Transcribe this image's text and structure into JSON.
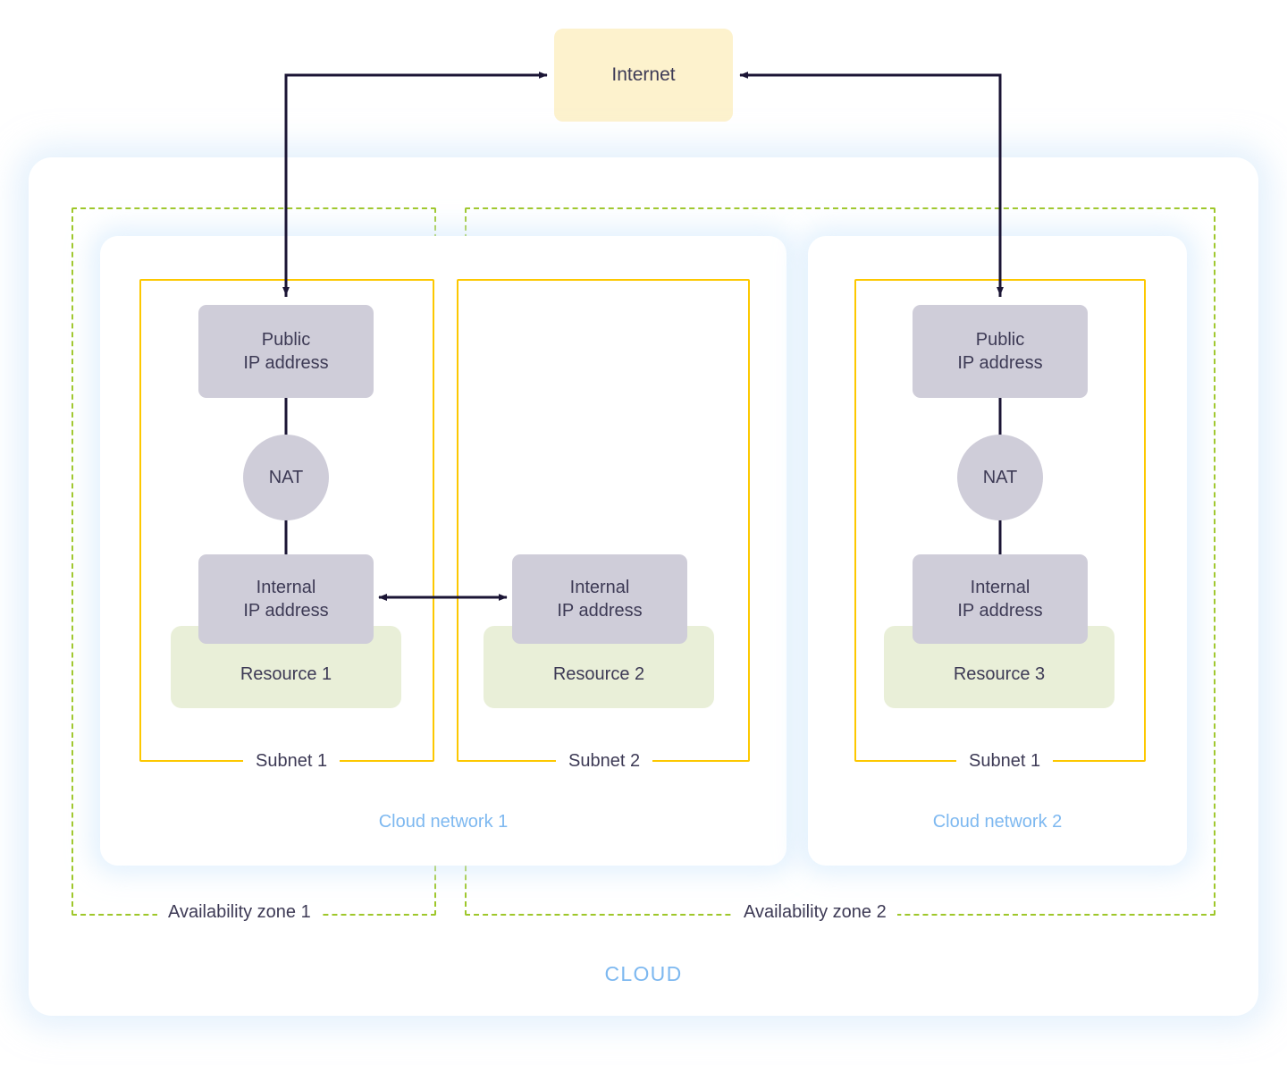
{
  "internet": {
    "label": "Internet",
    "fill": "#fdf2cd"
  },
  "cloud": {
    "label": "CLOUD",
    "label_color": "#7db8f0",
    "panel_fill": "#ffffff"
  },
  "availability_zones": [
    {
      "label": "Availability zone 1",
      "border_color": "#9ec72a",
      "border_style": "dashed"
    },
    {
      "label": "Availability zone 2",
      "border_color": "#9ec72a",
      "border_style": "dashed"
    }
  ],
  "networks": [
    {
      "label": "Cloud network 1",
      "label_color": "#7db8f0"
    },
    {
      "label": "Cloud network 2",
      "label_color": "#7db8f0"
    }
  ],
  "subnets": [
    {
      "label": "Subnet 1",
      "border_color": "#fdc800",
      "network": "Cloud network 1",
      "zone": "Availability zone 1"
    },
    {
      "label": "Subnet 2",
      "border_color": "#fdc800",
      "network": "Cloud network 1",
      "zone": "Availability zone 2"
    },
    {
      "label": "Subnet 1",
      "border_color": "#fdc800",
      "network": "Cloud network 2",
      "zone": "Availability zone 2"
    }
  ],
  "nodes": {
    "public_ip_1": {
      "line1": "Public",
      "line2": "IP address",
      "fill": "#cfcdd9"
    },
    "public_ip_3": {
      "line1": "Public",
      "line2": "IP address",
      "fill": "#cfcdd9"
    },
    "nat_1": {
      "label": "NAT",
      "fill": "#cfcdd9"
    },
    "nat_3": {
      "label": "NAT",
      "fill": "#cfcdd9"
    },
    "internal_ip_1": {
      "line1": "Internal",
      "line2": "IP address",
      "fill": "#cfcdd9"
    },
    "internal_ip_2": {
      "line1": "Internal",
      "line2": "IP address",
      "fill": "#cfcdd9"
    },
    "internal_ip_3": {
      "line1": "Internal",
      "line2": "IP address",
      "fill": "#cfcdd9"
    },
    "resource_1": {
      "label": "Resource 1",
      "fill": "#e9efd8"
    },
    "resource_2": {
      "label": "Resource 2",
      "fill": "#e9efd8"
    },
    "resource_3": {
      "label": "Resource 3",
      "fill": "#e9efd8"
    }
  },
  "connections": [
    {
      "from": "public_ip_1",
      "to": "internet",
      "direction": "both",
      "color": "#1b1535"
    },
    {
      "from": "public_ip_3",
      "to": "internet",
      "direction": "both",
      "color": "#1b1535"
    },
    {
      "from": "public_ip_1",
      "to": "nat_1",
      "direction": "none",
      "color": "#1b1535"
    },
    {
      "from": "nat_1",
      "to": "internal_ip_1",
      "direction": "none",
      "color": "#1b1535"
    },
    {
      "from": "public_ip_3",
      "to": "nat_3",
      "direction": "none",
      "color": "#1b1535"
    },
    {
      "from": "nat_3",
      "to": "internal_ip_3",
      "direction": "none",
      "color": "#1b1535"
    },
    {
      "from": "internal_ip_1",
      "to": "internal_ip_2",
      "direction": "both",
      "color": "#1b1535"
    }
  ],
  "text_color": "#3d3a55"
}
